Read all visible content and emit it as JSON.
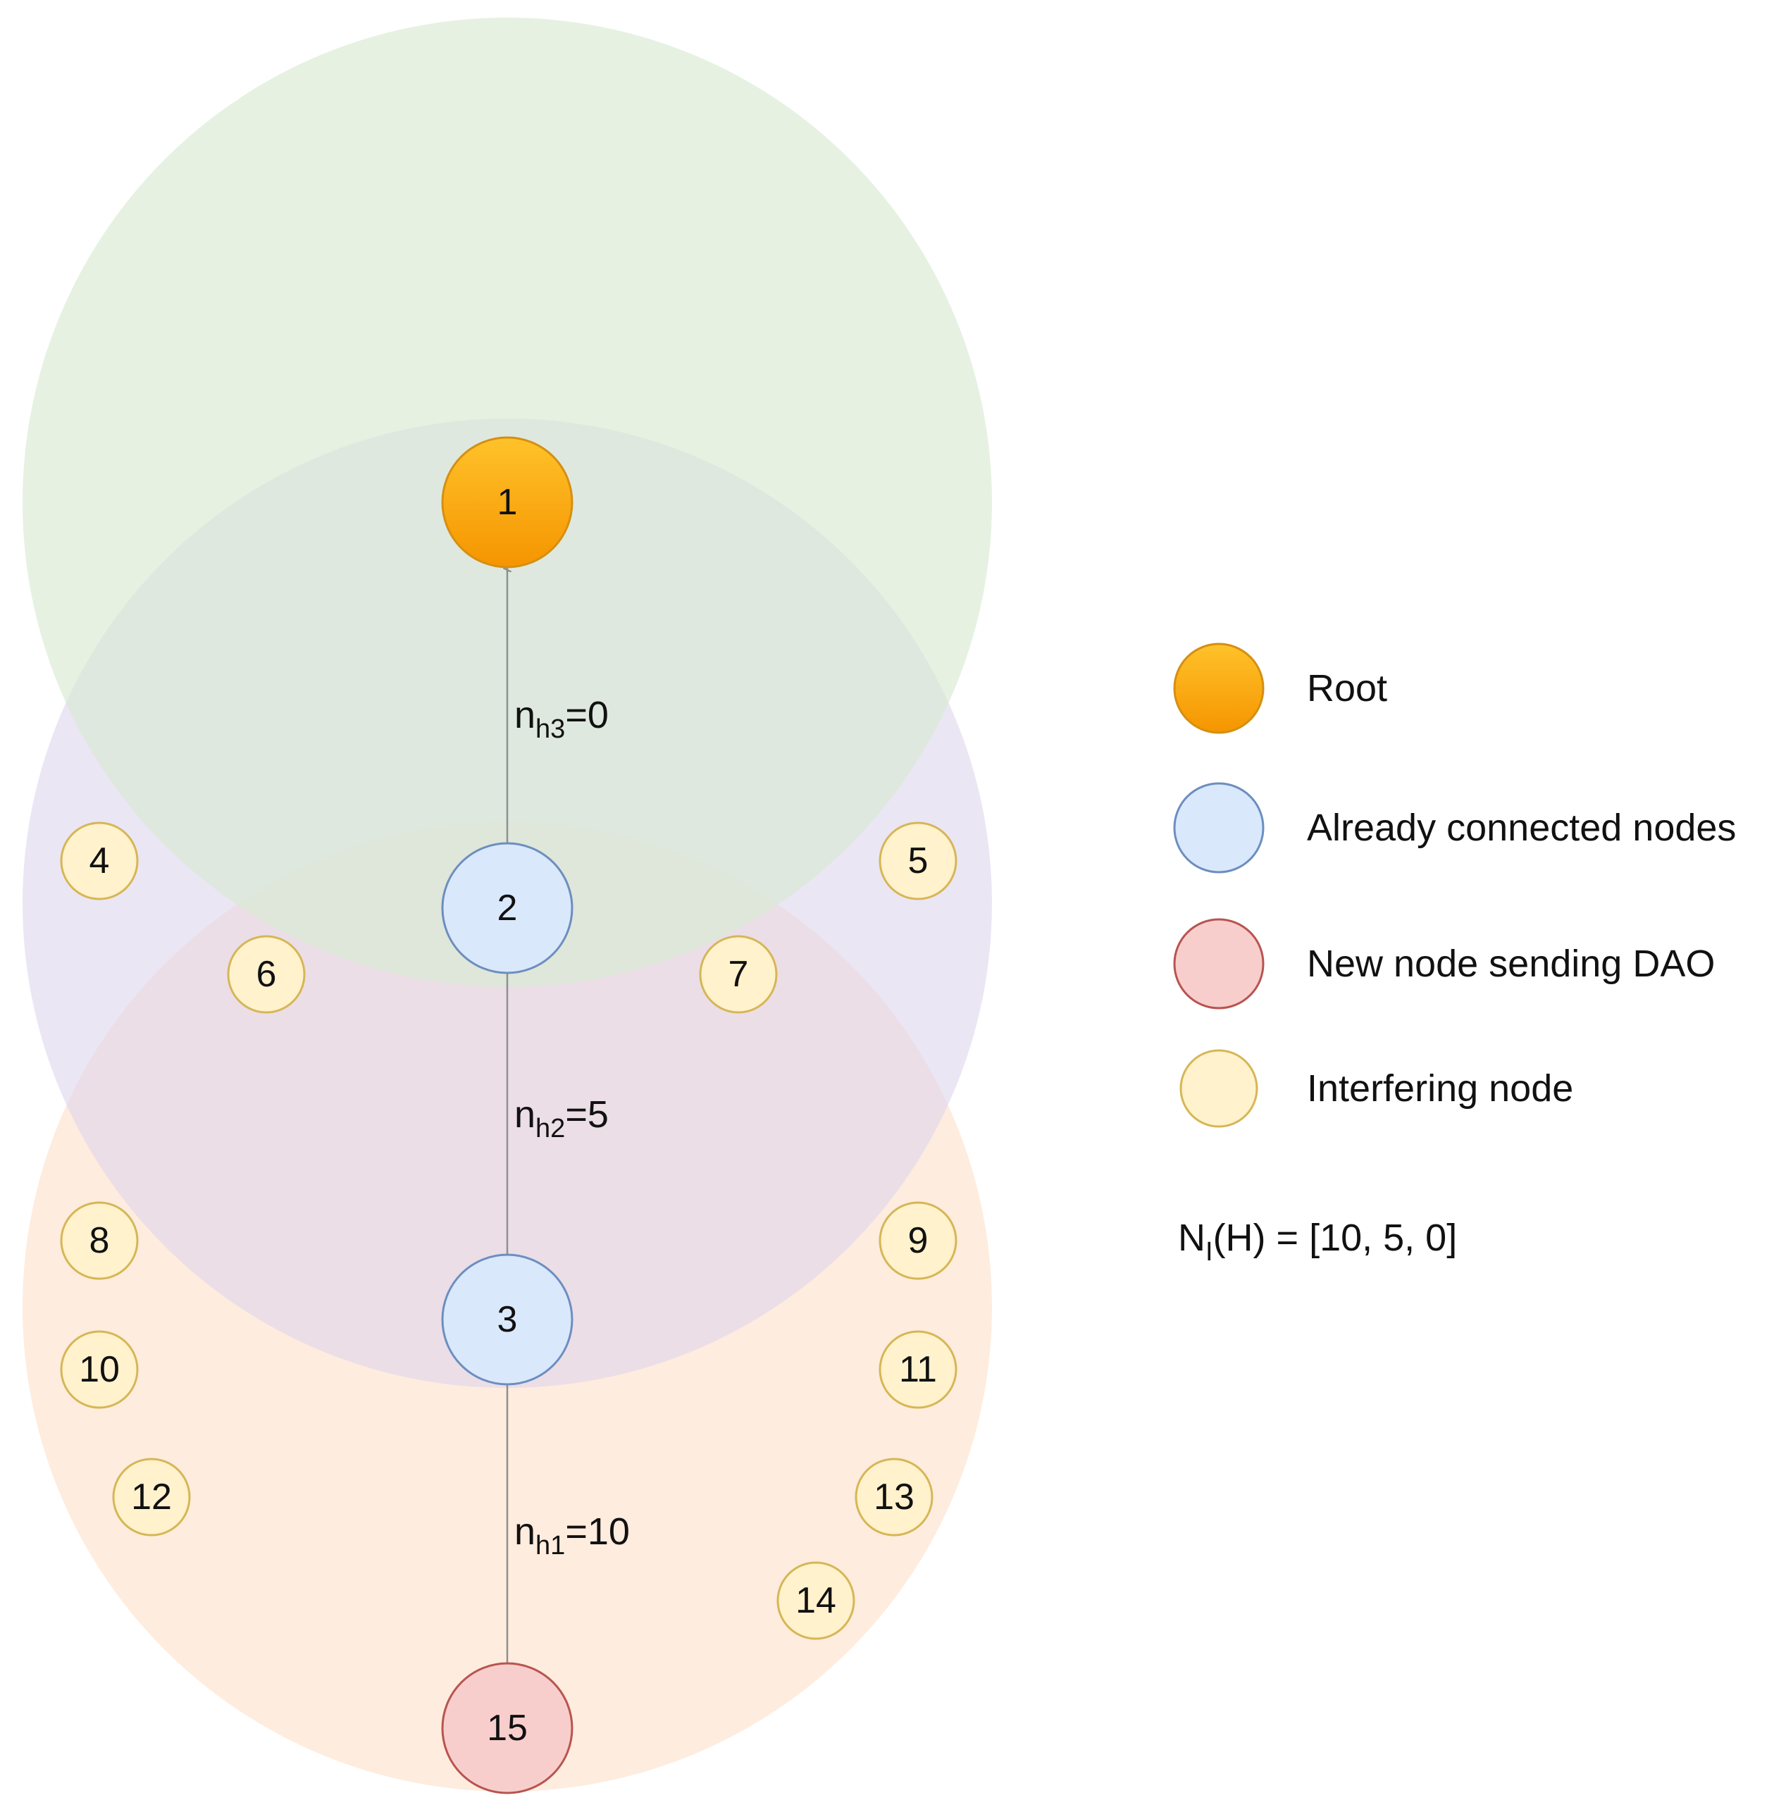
{
  "colors": {
    "range_h3": "#d9ead3",
    "range_h2": "#ddd6ec",
    "range_h1": "#fde2cc",
    "root_fill_top": "#ffc22a",
    "root_fill_bottom": "#f59500",
    "root_stroke": "#d58f10",
    "connected_fill": "#dae8fc",
    "connected_stroke": "#6c8ebf",
    "new_fill": "#f8cecc",
    "new_stroke": "#b85450",
    "interfering_fill": "#fff2cc",
    "interfering_stroke": "#d6b656",
    "edge": "#8f8f8f"
  },
  "nodes": {
    "root": "1",
    "connected": [
      "2",
      "3"
    ],
    "new": "15",
    "interfering": [
      "4",
      "5",
      "6",
      "7",
      "8",
      "9",
      "10",
      "11",
      "12",
      "13",
      "14"
    ]
  },
  "edges": [
    {
      "base": "n",
      "sub": "h3",
      "value": "=0"
    },
    {
      "base": "n",
      "sub": "h2",
      "value": "=5"
    },
    {
      "base": "n",
      "sub": "h1",
      "value": "=10"
    }
  ],
  "legend": [
    {
      "kind": "root",
      "label": "Root"
    },
    {
      "kind": "connected",
      "label": "Already connected nodes"
    },
    {
      "kind": "new",
      "label": "New node sending DAO"
    },
    {
      "kind": "interfering",
      "label": "Interfering node"
    }
  ],
  "formula": {
    "base": "N",
    "sub": "I",
    "rest": "(H) = [10, 5, 0]"
  }
}
